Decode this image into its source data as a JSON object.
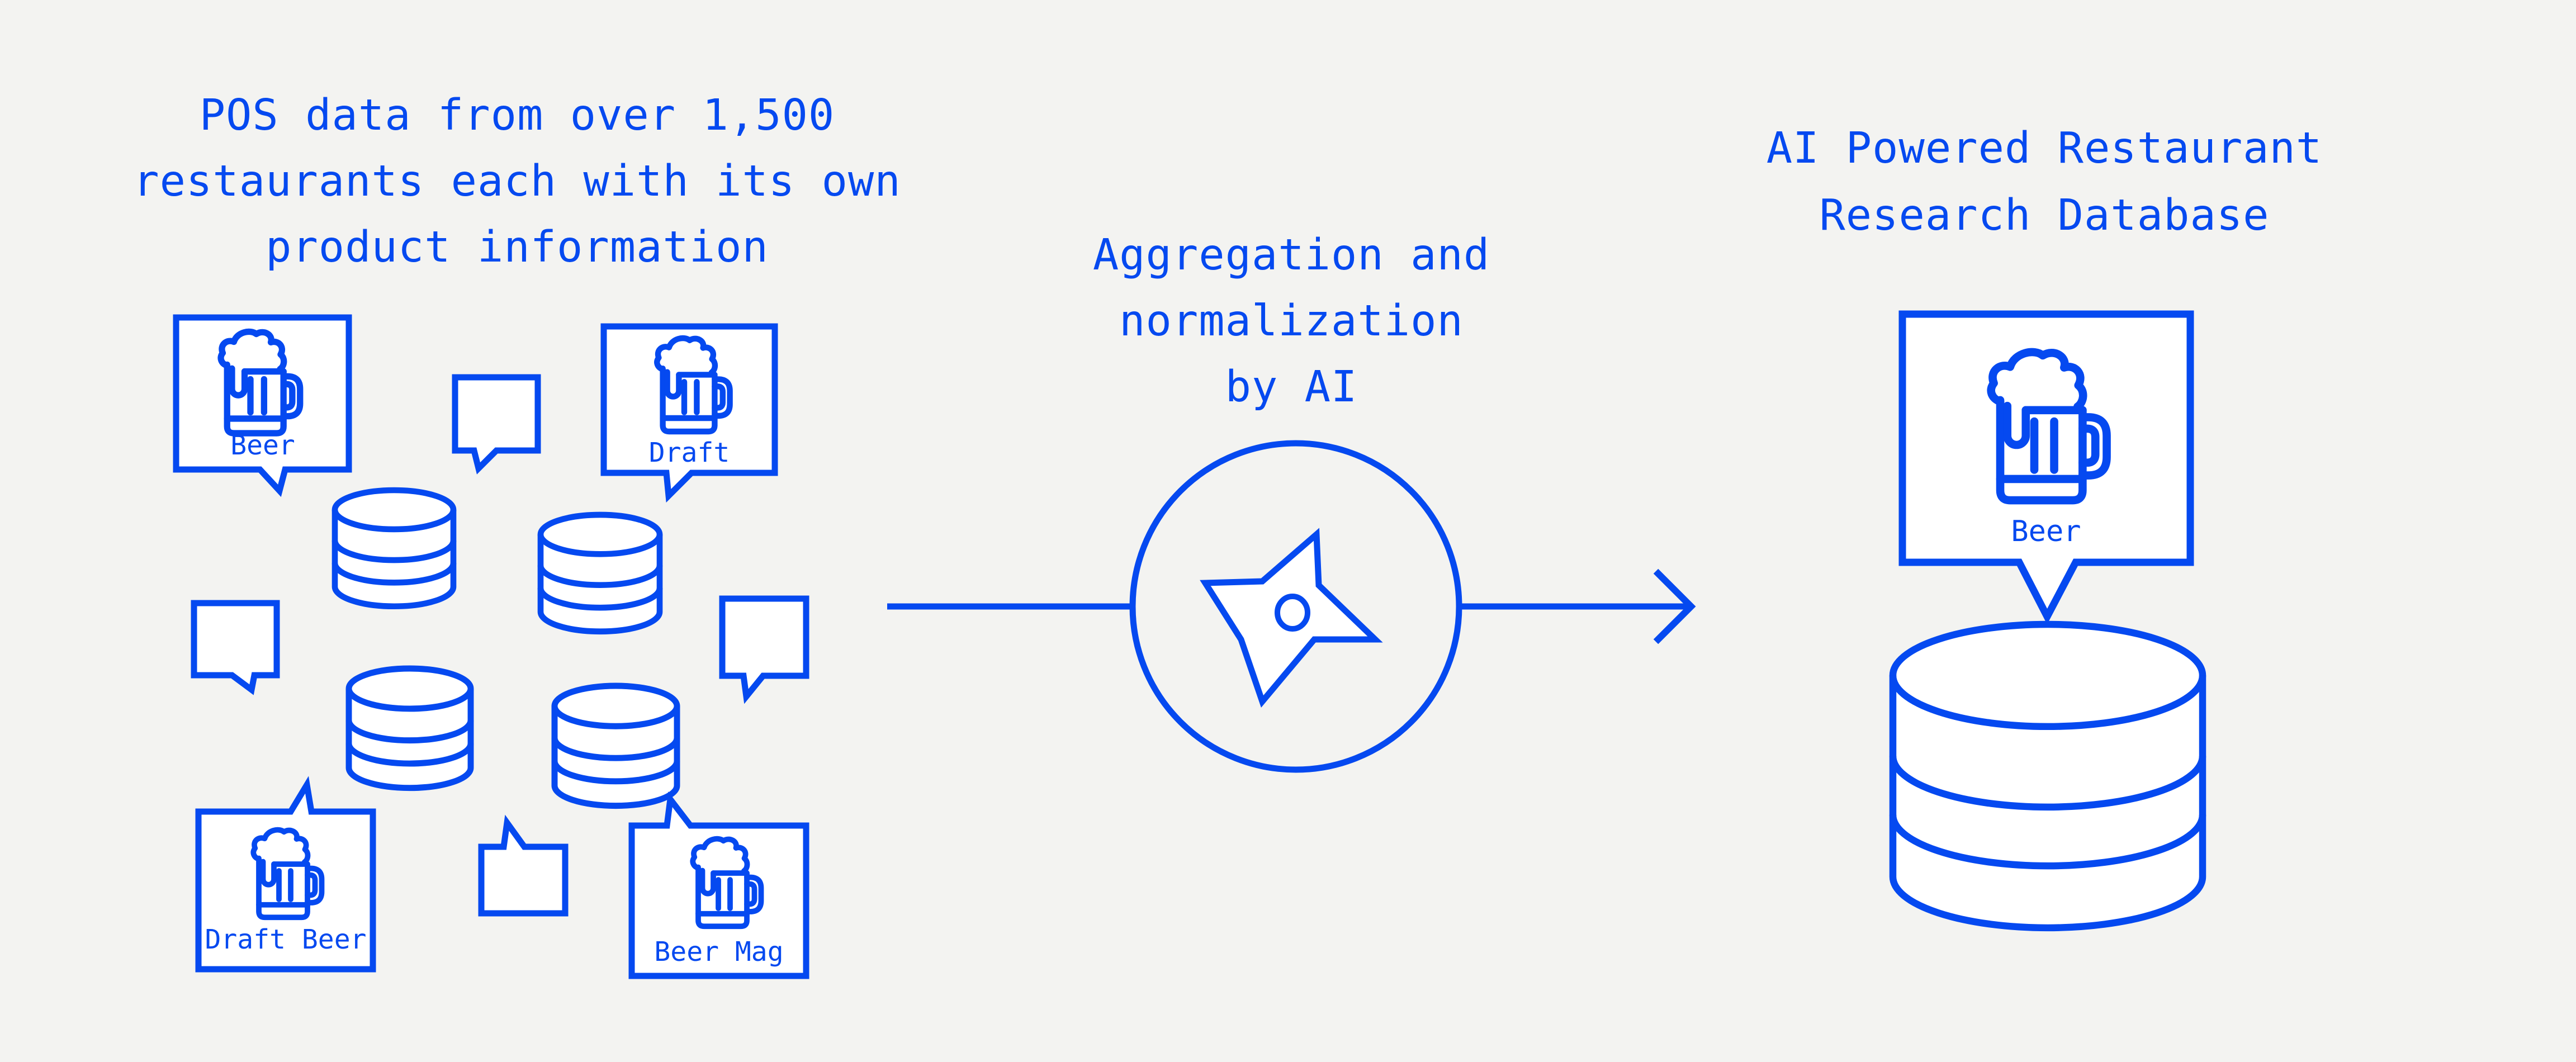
{
  "palette": {
    "background": "#f3f3f1",
    "accent": "#0549f0",
    "icon_fill": "#ffffff"
  },
  "left_section": {
    "title_lines": [
      "POS data from over 1,500",
      "restaurants each with its own",
      "product information"
    ],
    "bubbles": [
      {
        "label": "Beer"
      },
      {
        "label": "Draft"
      },
      {
        "label": "Draft Beer"
      },
      {
        "label": "Beer Mag"
      }
    ],
    "icons": [
      "beer-mug-icon",
      "database-icon",
      "speech-bubble-icon"
    ]
  },
  "process_section": {
    "label_lines": [
      "Aggregation and",
      "normalization",
      "by AI"
    ],
    "icons": [
      "shuriken-icon",
      "arrow-right-icon"
    ]
  },
  "right_section": {
    "title_lines": [
      "AI Powered Restaurant",
      "Research Database"
    ],
    "bubble": {
      "label": "Beer"
    },
    "icons": [
      "beer-mug-icon",
      "database-icon"
    ]
  }
}
